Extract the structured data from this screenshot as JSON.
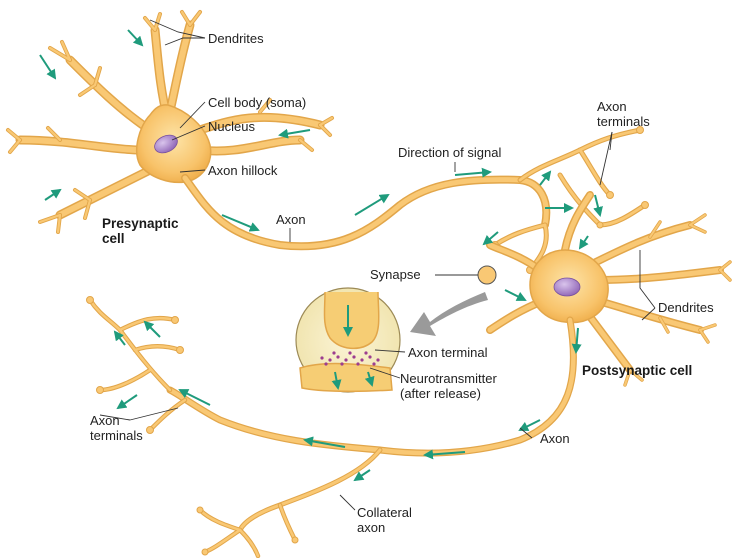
{
  "labels": {
    "dendrites_top": "Dendrites",
    "cell_body": "Cell body (soma)",
    "nucleus": "Nucleus",
    "axon_hillock": "Axon hillock",
    "presynaptic_cell": "Presynaptic cell",
    "axon_upper": "Axon",
    "direction_of_signal": "Direction of signal",
    "axon_terminals_upper": "Axon terminals",
    "synapse": "Synapse",
    "dendrites_right": "Dendrites",
    "axon_terminal_inset": "Axon terminal",
    "neurotransmitter": "Neurotransmitter (after release)",
    "postsynaptic_cell": "Postsynaptic cell",
    "axon_terminals_lower": "Axon terminals",
    "axon_lower": "Axon",
    "collateral_axon": "Collateral axon"
  },
  "colors": {
    "neuron_fill": "#f9c874",
    "neuron_stroke": "#e2a64a",
    "nucleus": "#a27ac3",
    "arrow": "#1f9b7c",
    "leader": "#333333",
    "inset_bg": "#f7eec0",
    "neurotransmitter": "#9c3d8f",
    "callout_arrow": "#9a9a9a"
  }
}
